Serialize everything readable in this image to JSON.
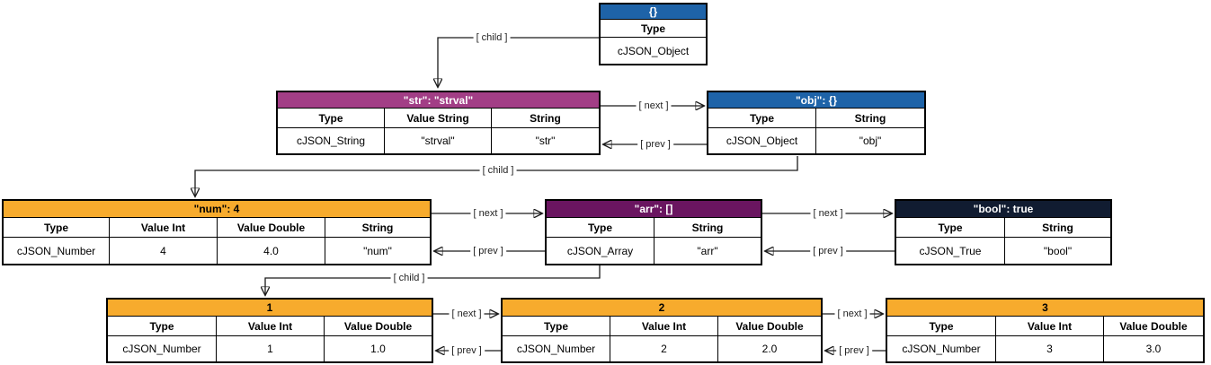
{
  "diagram": {
    "edge_labels": {
      "child": "[ child ]",
      "next": "[ next ]",
      "prev": "[ prev ]"
    },
    "colors": {
      "object_blue": "#1e63a8",
      "string_magenta": "#a23e86",
      "number_orange": "#f7ab2d",
      "array_purple": "#6a1560",
      "bool_navy": "#111c31",
      "line": "#1a1a1a"
    },
    "nodes": {
      "root": {
        "title": "{}",
        "title_bg": "#1e63a8",
        "title_fg": "#ffffff",
        "columns": [
          "Type"
        ],
        "values": [
          "cJSON_Object"
        ]
      },
      "str": {
        "title": "\"str\": \"strval\"",
        "title_bg": "#a23e86",
        "title_fg": "#ffffff",
        "columns": [
          "Type",
          "Value String",
          "String"
        ],
        "values": [
          "cJSON_String",
          "\"strval\"",
          "\"str\""
        ]
      },
      "obj": {
        "title": "\"obj\": {}",
        "title_bg": "#1e63a8",
        "title_fg": "#ffffff",
        "columns": [
          "Type",
          "String"
        ],
        "values": [
          "cJSON_Object",
          "\"obj\""
        ]
      },
      "num": {
        "title": "\"num\": 4",
        "title_bg": "#f7ab2d",
        "title_fg": "#000000",
        "columns": [
          "Type",
          "Value Int",
          "Value Double",
          "String"
        ],
        "values": [
          "cJSON_Number",
          "4",
          "4.0",
          "\"num\""
        ]
      },
      "arr": {
        "title": "\"arr\": []",
        "title_bg": "#6a1560",
        "title_fg": "#ffffff",
        "columns": [
          "Type",
          "String"
        ],
        "values": [
          "cJSON_Array",
          "\"arr\""
        ]
      },
      "bool": {
        "title": "\"bool\": true",
        "title_bg": "#111c31",
        "title_fg": "#ffffff",
        "columns": [
          "Type",
          "String"
        ],
        "values": [
          "cJSON_True",
          "\"bool\""
        ]
      },
      "one": {
        "title": "1",
        "title_bg": "#f7ab2d",
        "title_fg": "#000000",
        "columns": [
          "Type",
          "Value Int",
          "Value Double"
        ],
        "values": [
          "cJSON_Number",
          "1",
          "1.0"
        ]
      },
      "two": {
        "title": "2",
        "title_bg": "#f7ab2d",
        "title_fg": "#000000",
        "columns": [
          "Type",
          "Value Int",
          "Value Double"
        ],
        "values": [
          "cJSON_Number",
          "2",
          "2.0"
        ]
      },
      "three": {
        "title": "3",
        "title_bg": "#f7ab2d",
        "title_fg": "#000000",
        "columns": [
          "Type",
          "Value Int",
          "Value Double"
        ],
        "values": [
          "cJSON_Number",
          "3",
          "3.0"
        ]
      }
    }
  }
}
